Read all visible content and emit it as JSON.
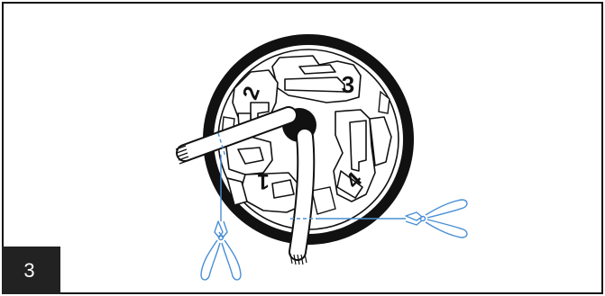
{
  "step_number": "3",
  "terminal_labels": {
    "t1": "1",
    "t2": "2",
    "t3": "3",
    "t4": "4"
  },
  "colors": {
    "outline": "#111111",
    "cut_marker": "#4a8fd4",
    "badge_background": "#222222",
    "badge_text": "#ffffff"
  },
  "icons": [
    "wire-cutter-icon",
    "wire-cutter-icon"
  ]
}
